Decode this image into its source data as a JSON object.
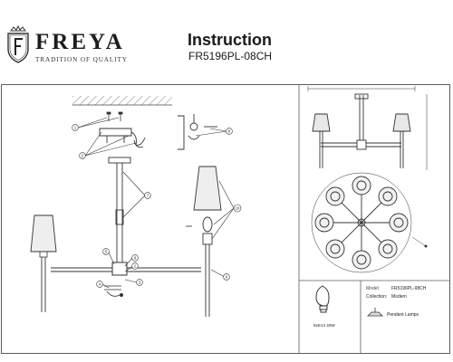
{
  "brand": {
    "name": "FREYA",
    "tagline": "TRADITION OF QUALITY",
    "logo_icon": "freya-crest-icon"
  },
  "header": {
    "title": "Instruction",
    "model": "FR5196PL-08CH"
  },
  "assembly": {
    "callouts": [
      "1",
      "2",
      "3",
      "4",
      "5",
      "6",
      "7",
      "8",
      "9",
      "10"
    ]
  },
  "specs": {
    "lamp_text": "8xE14 40W",
    "model_label": "Model:",
    "model_value": "FR5196PL-08CH",
    "collection_label": "Collection:",
    "collection_value": "Modern",
    "type_value": "Pendant Lamps"
  },
  "colors": {
    "line": "#3a3a3a",
    "frame": "#5c5c5c",
    "shade_fill": "#e8e8e8"
  }
}
